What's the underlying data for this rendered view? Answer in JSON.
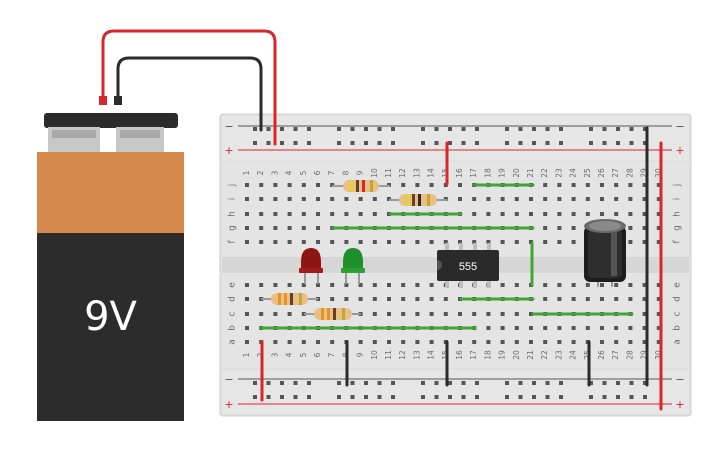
{
  "battery": {
    "label": "9V"
  },
  "breadboard": {
    "column_numbers": [
      "1",
      "2",
      "3",
      "4",
      "5",
      "6",
      "7",
      "8",
      "9",
      "10",
      "11",
      "12",
      "13",
      "14",
      "15",
      "16",
      "17",
      "18",
      "19",
      "20",
      "21",
      "22",
      "23",
      "24",
      "25",
      "26",
      "27",
      "28",
      "29",
      "30"
    ],
    "top_row_letters": [
      "j",
      "i",
      "h",
      "g",
      "f"
    ],
    "bottom_row_letters": [
      "e",
      "d",
      "c",
      "b",
      "a"
    ],
    "rail_minus": "−",
    "rail_plus": "+"
  },
  "chip": {
    "label": "555"
  },
  "colors": {
    "wire_red": "#d9262a",
    "wire_black": "#2b2b2b",
    "wire_green": "#3fa535",
    "board": "#e3e3e3",
    "battery_body": "#d48849",
    "battery_bottom": "#2c2c2c"
  }
}
